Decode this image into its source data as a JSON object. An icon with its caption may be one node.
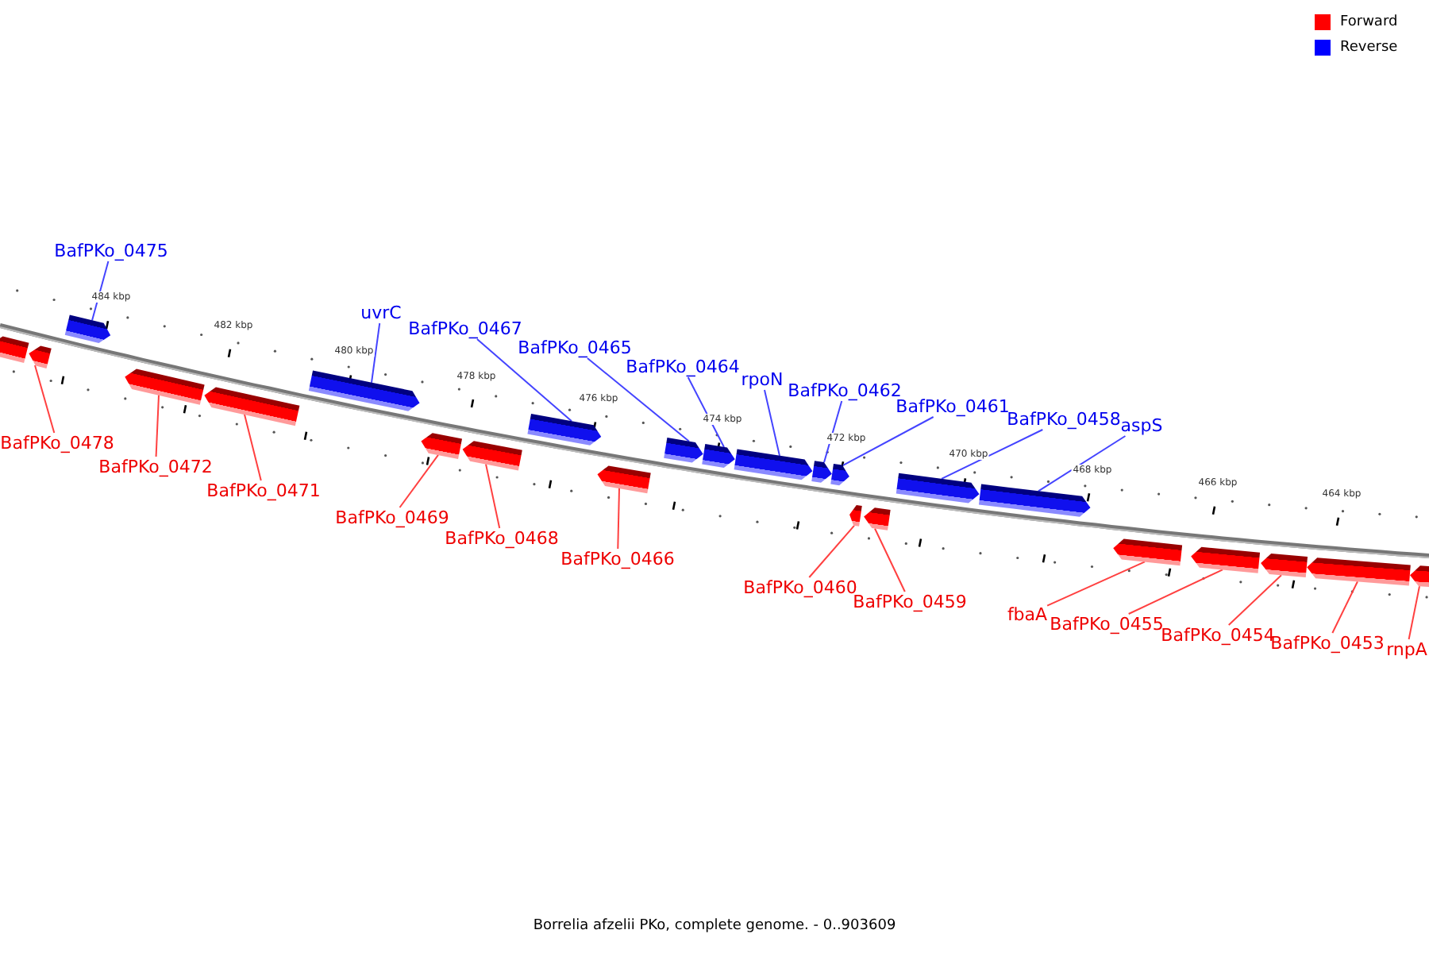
{
  "diagram": {
    "caption": "Borrelia afzelii PKo, complete genome. - 0..903609",
    "nodes": [
      {
        "text": [],
        "shape": "arrow"
      },
      {
        "text": [],
        "shape": "arrow"
      },
      {
        "text": [],
        "shape": "arrow"
      },
      {
        "text": [],
        "shape": "arrow"
      },
      {
        "text": [],
        "shape": "arrow"
      },
      {
        "text": [],
        "shape": "arrow"
      },
      {
        "text": [],
        "shape": "arrow"
      },
      {
        "text": [],
        "shape": "arrow"
      },
      {
        "text": [],
        "shape": "arrow"
      },
      {
        "text": [],
        "shape": "arrow"
      },
      {
        "text": [],
        "shape": "arrow"
      },
      {
        "text": [],
        "shape": "arrow"
      },
      {
        "text": [],
        "shape": "arrow"
      },
      {
        "text": [],
        "shape": "arrow"
      },
      {
        "text": [],
        "shape": "arrow"
      },
      {
        "text": [],
        "shape": "arrow"
      },
      {
        "text": [],
        "shape": "arrow"
      },
      {
        "text": [],
        "shape": "arrow"
      },
      {
        "text": [],
        "shape": "arrow"
      },
      {
        "text": [],
        "shape": "arrow"
      },
      {
        "text": [],
        "shape": "arrow"
      },
      {
        "text": [],
        "shape": "arrow"
      },
      {
        "text": [],
        "shape": "arrow"
      },
      {
        "text": [],
        "shape": "arrow"
      },
      {
        "text": [
          "BafPKo_0478"
        ]
      },
      {
        "text": [
          "BafPKo_0475"
        ]
      },
      {
        "text": [
          "BafPKo_0472"
        ]
      },
      {
        "text": [
          "BafPKo_0471"
        ]
      },
      {
        "text": [
          "uvrC"
        ]
      },
      {
        "text": [
          "BafPKo_0469"
        ]
      },
      {
        "text": [
          "BafPKo_0468"
        ]
      },
      {
        "text": [
          "BafPKo_0467"
        ]
      },
      {
        "text": [
          "BafPKo_0466"
        ]
      },
      {
        "text": [
          "BafPKo_0465"
        ]
      },
      {
        "text": [
          "BafPKo_0464"
        ]
      },
      {
        "text": [
          "rpoN"
        ]
      },
      {
        "text": [
          "BafPKo_0462"
        ]
      },
      {
        "text": [
          "BafPKo_0461"
        ]
      },
      {
        "text": [
          "BafPKo_0460"
        ]
      },
      {
        "text": [
          "BafPKo_0459"
        ]
      },
      {
        "text": [
          "BafPKo_0458"
        ]
      },
      {
        "text": [
          "aspS"
        ]
      },
      {
        "text": [
          "fbaA"
        ]
      },
      {
        "text": [
          "BafPKo_0455"
        ]
      },
      {
        "text": [
          "BafPKo_0454"
        ]
      },
      {
        "text": [
          "BafPKo_0453"
        ]
      },
      {
        "text": [
          "rnpA"
        ]
      }
    ],
    "edges": [
      {
        "from": 24,
        "to": 1,
        "arrow": "none"
      },
      {
        "from": 25,
        "to": 2,
        "arrow": "none",
        "color": "#4444ff"
      },
      {
        "from": 26,
        "to": 3,
        "arrow": "none"
      },
      {
        "from": 27,
        "to": 4,
        "arrow": "none"
      },
      {
        "from": 28,
        "to": 5,
        "arrow": "none",
        "color": "#4444ff"
      },
      {
        "from": 29,
        "to": 6,
        "arrow": "none"
      },
      {
        "from": 30,
        "to": 7,
        "arrow": "none"
      },
      {
        "from": 31,
        "to": 8,
        "arrow": "none",
        "color": "#4444ff"
      },
      {
        "from": 32,
        "to": 9,
        "arrow": "none"
      },
      {
        "from": 33,
        "to": 10,
        "arrow": "none",
        "color": "#4444ff"
      },
      {
        "from": 34,
        "to": 11,
        "arrow": "none",
        "color": "#4444ff"
      },
      {
        "from": 35,
        "to": 12,
        "arrow": "none",
        "color": "#4444ff"
      },
      {
        "from": 36,
        "to": 13,
        "arrow": "none",
        "color": "#4444ff"
      },
      {
        "from": 37,
        "to": 14,
        "arrow": "none",
        "color": "#4444ff"
      },
      {
        "from": 38,
        "to": 15,
        "arrow": "none"
      },
      {
        "from": 39,
        "to": 16,
        "arrow": "none"
      },
      {
        "from": 40,
        "to": 17,
        "arrow": "none",
        "color": "#4444ff"
      },
      {
        "from": 41,
        "to": 18,
        "arrow": "none",
        "color": "#4444ff"
      },
      {
        "from": 42,
        "to": 19,
        "arrow": "none"
      },
      {
        "from": 43,
        "to": 20,
        "arrow": "none"
      },
      {
        "from": 44,
        "to": 21,
        "arrow": "none"
      },
      {
        "from": 45,
        "to": 22,
        "arrow": "none"
      },
      {
        "from": 46,
        "to": 23,
        "arrow": "none"
      }
    ],
    "labels": [
      "484 kbp",
      "482 kbp",
      "480 kbp",
      "478 kbp",
      "476 kbp",
      "474 kbp",
      "472 kbp",
      "470 kbp",
      "468 kbp",
      "466 kbp",
      "464 kbp"
    ],
    "legend": [
      {
        "text": "Forward",
        "color": "#ff0000"
      },
      {
        "text": "Reverse",
        "color": "#0000ff"
      }
    ]
  }
}
